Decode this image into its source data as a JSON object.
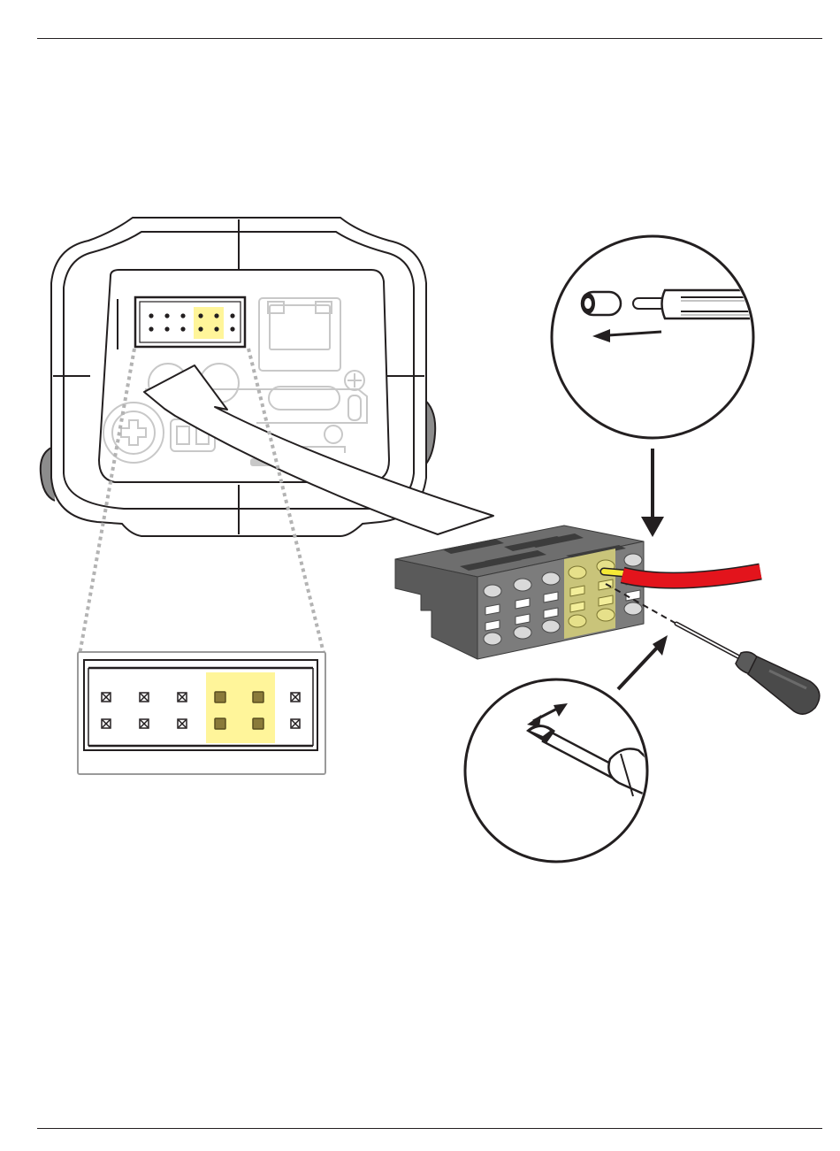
{
  "diagram": {
    "description_visible_text": "",
    "colors": {
      "outline": "#231f20",
      "device_fill": "#ffffff",
      "faded_line": "#c8c8c8",
      "highlight_yellow": "#fff59a",
      "terminal_block_dark": "#5a5a5a",
      "terminal_block_mid": "#6e6e6e",
      "terminal_block_light": "#8a8a8a",
      "terminal_hole": "#d9d9d9",
      "terminal_highlight": "#c9c47a",
      "wire_red": "#e3141c",
      "wire_core": "#f5e936",
      "dotted_leader": "#b3b3b3",
      "screwdriver_handle": "#4a4a4a"
    },
    "icons": [
      "device-rear-view",
      "connector-header",
      "connector-zoom",
      "terminal-block",
      "wire-ferrule-inset",
      "screwdriver-inset",
      "screwdriver",
      "insert-arrow"
    ]
  }
}
